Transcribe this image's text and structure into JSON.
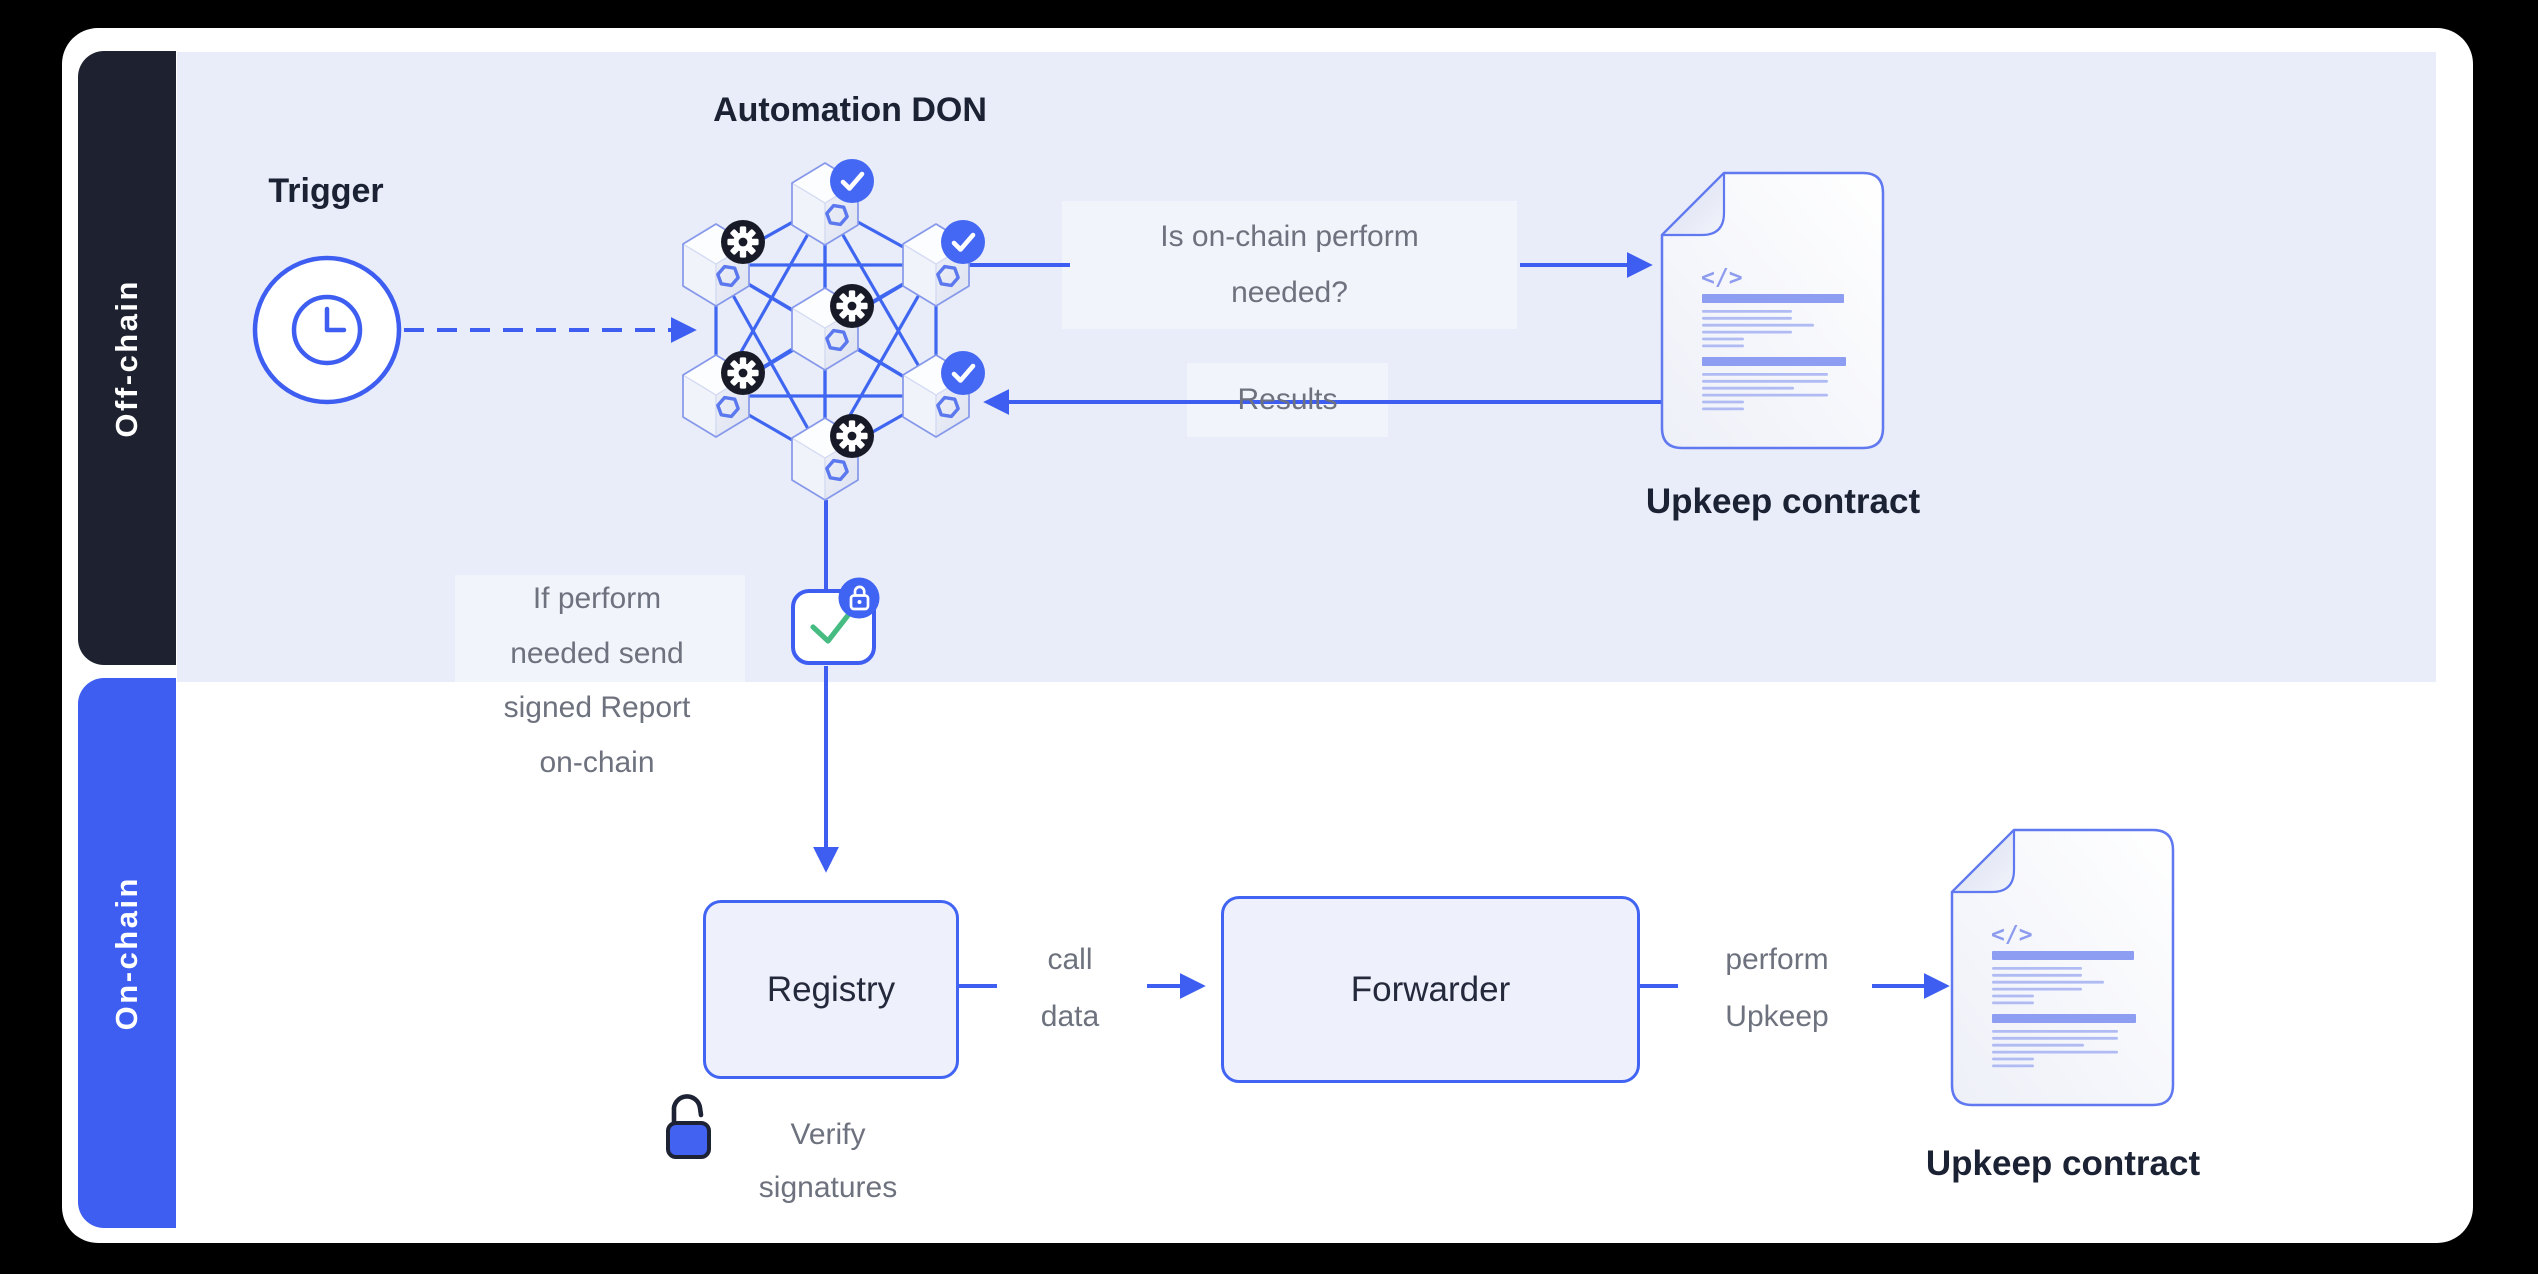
{
  "palette": {
    "accent_blue": "#3e5ef2",
    "badge_blue": "#4468f4",
    "dark_navy_bar": "#1e2130",
    "lavender_panel": "#e9ecf9",
    "annotation_bg": "#f2f4fb",
    "gray_text": "#6d727e",
    "heading_text": "#1b2233",
    "green_check": "#46bc83",
    "doc_bar": "#8d9df1",
    "doc_line": "#b0bbf3",
    "frame_black": "#000000"
  },
  "sidebar": {
    "offchain": "Off-chain",
    "onchain": "On-chain"
  },
  "trigger": {
    "label": "Trigger"
  },
  "don": {
    "label": "Automation DON"
  },
  "flows": {
    "question": "Is on-chain perform\nneeded?",
    "results": "Results",
    "if_perform": "If perform\nneeded send\nsigned Report\non-chain",
    "call_data": "call\ndata",
    "perform_upkeep": "perform\nUpkeep",
    "verify": "Verify\nsignatures"
  },
  "boxes": {
    "registry": "Registry",
    "forwarder": "Forwarder"
  },
  "contracts": {
    "top_label": "Upkeep contract",
    "bottom_label": "Upkeep contract"
  },
  "icons": {
    "code_glyph": "</>"
  }
}
